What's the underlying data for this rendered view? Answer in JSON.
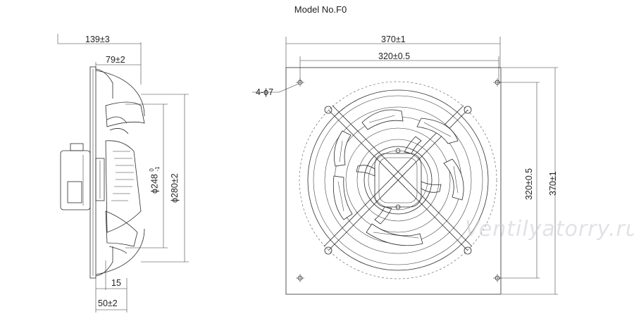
{
  "title": "Model No.F0",
  "watermark": "Ventilyatorry.ru",
  "side_view": {
    "overall_depth": "139±3",
    "hub_depth": "79±2",
    "diameter_inner": "ϕ248",
    "diameter_inner_tol_upper": "0",
    "diameter_inner_tol_lower": "-1",
    "diameter_outer": "ϕ280±2",
    "flange": "15",
    "rim": "50±2"
  },
  "front_view": {
    "plate_width": "370±1",
    "hole_spacing_h": "320±0.5",
    "holes": "4-ϕ7",
    "hole_spacing_v": "320±0.5",
    "plate_height": "370±1"
  }
}
